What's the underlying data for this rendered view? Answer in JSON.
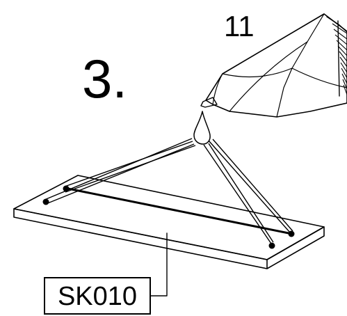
{
  "step": {
    "number": "3."
  },
  "glue": {
    "count": "11"
  },
  "part": {
    "code": "SK010"
  },
  "colors": {
    "ink": "#000000",
    "paper": "#ffffff"
  }
}
